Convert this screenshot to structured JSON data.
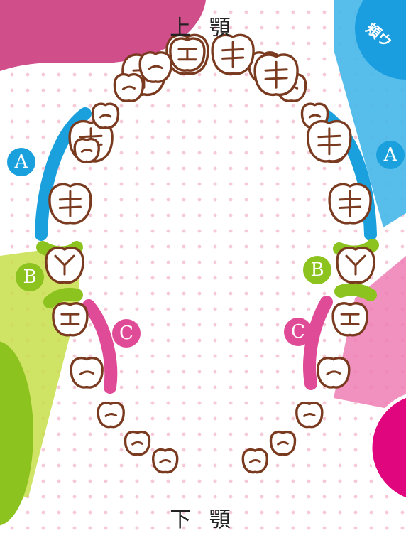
{
  "labels": {
    "upper_jaw": "上 顎",
    "lower_jaw": "下 顎",
    "corner_text": "頬ウ"
  },
  "zones": {
    "A": {
      "letter": "A",
      "color": "#1aa0dc"
    },
    "B": {
      "letter": "B",
      "color": "#8cc31e"
    },
    "C": {
      "letter": "C",
      "color": "#e04b97"
    }
  },
  "colors": {
    "tooth_outline": "#7a3a1f",
    "tooth_fill": "#ffffff",
    "dot": "#f6c9d6"
  }
}
